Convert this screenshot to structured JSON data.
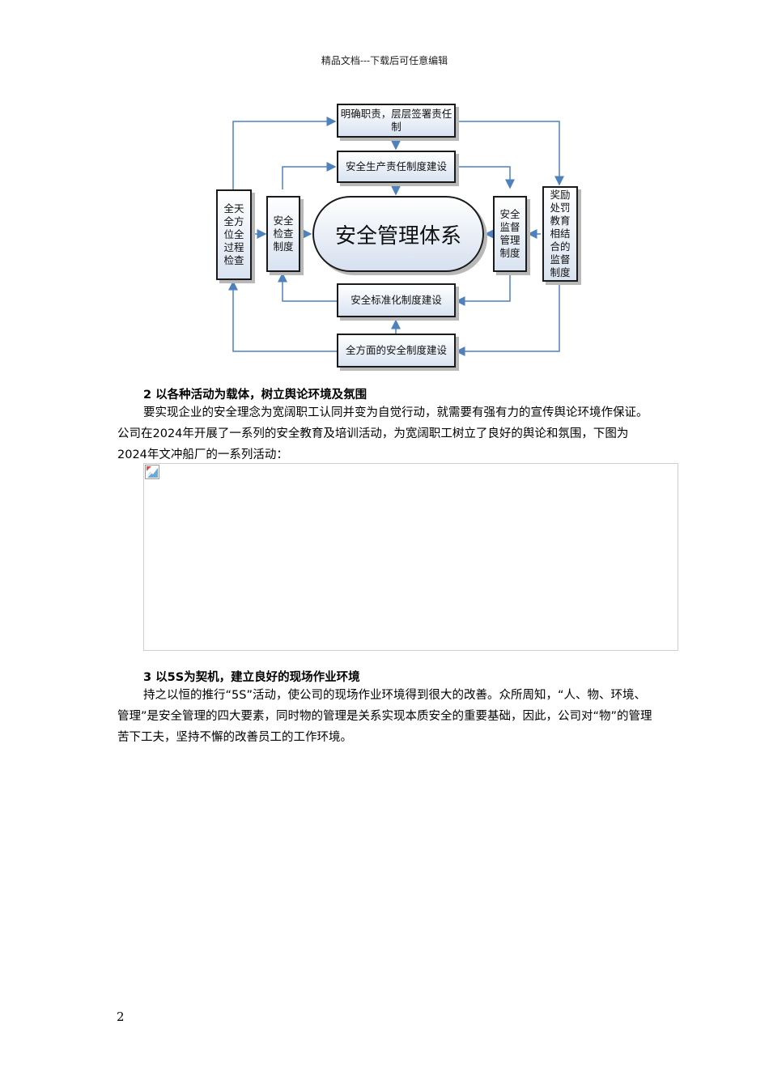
{
  "header": {
    "text": "精品文档---下载后可任意编辑"
  },
  "diagram": {
    "center": "安全管理体系",
    "top_box": "明确职责，层层签署责任制",
    "top_inner": "安全生产责任制度建设",
    "bottom_inner": "安全标准化制度建设",
    "bottom_box": "全方面的安全制度建设",
    "left_outer": "全天全方位全过程检查",
    "left_inner": "安全检查制度",
    "right_inner": "安全监督管理制度",
    "right_outer": "奖励处罚教育相结合的监督制度",
    "colors": {
      "arrow": "#4f81bd",
      "box_fill": "#d9e3f1",
      "border": "#1a1a1a"
    }
  },
  "section2": {
    "heading": "2 以各种活动为载体，树立舆论环境及氛围",
    "paragraph": "要实现企业的安全理念为宽阔职工认同并变为自觉行动，就需要有强有力的宣传舆论环境作保证。公司在2024年开展了一系列的安全教育及培训活动，为宽阔职工树立了良好的舆论和氛围，下图为2024年文冲船厂的一系列活动："
  },
  "image_placeholder": {
    "icon": "broken-image-icon"
  },
  "section3": {
    "heading": "3 以5S为契机，建立良好的现场作业环境",
    "paragraph": "持之以恒的推行“5S”活动，使公司的现场作业环境得到很大的改善。众所周知，“人、物、环境、管理”是安全管理的四大要素，同时物的管理是关系实现本质安全的重要基础，因此，公司对“物”的管理苦下工夫，坚持不懈的改善员工的工作环境。"
  },
  "page_number": "2"
}
